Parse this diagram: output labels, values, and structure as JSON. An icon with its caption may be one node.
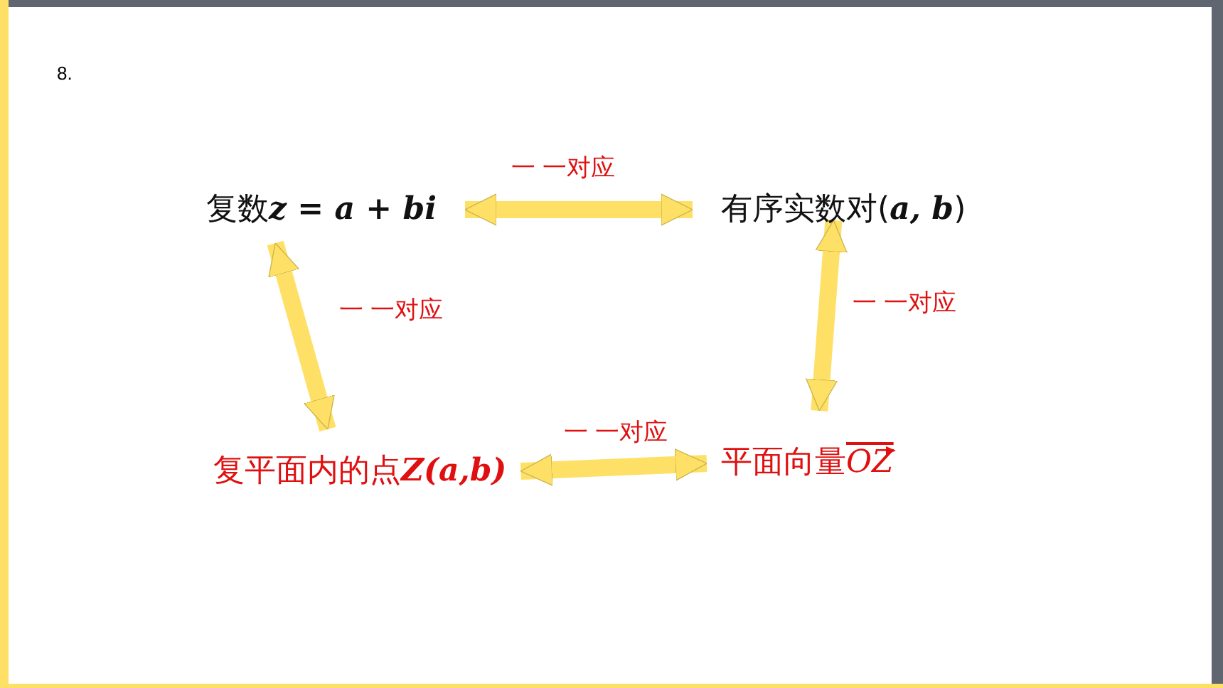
{
  "diagram": {
    "nodes": [
      {
        "text": [
          "复数**z = a + bi**"
        ]
      },
      {
        "text": [
          "有序实数对(**a, b**)"
        ]
      },
      {
        "text": [
          "复平面内的点**Z(a,b)**"
        ]
      },
      {
        "text": [
          "平面向量**OZ**"
        ]
      }
    ],
    "edges": [
      {
        "from": 0,
        "to": 1,
        "arrow": "both",
        "label": "一 一对应"
      },
      {
        "from": 0,
        "to": 2,
        "arrow": "both",
        "label": "一 一对应"
      },
      {
        "from": 1,
        "to": 3,
        "arrow": "both",
        "label": "一 一对应"
      },
      {
        "from": 2,
        "to": 3,
        "arrow": "both",
        "label": "一 一对应"
      }
    ],
    "labels": [
      "8."
    ]
  }
}
